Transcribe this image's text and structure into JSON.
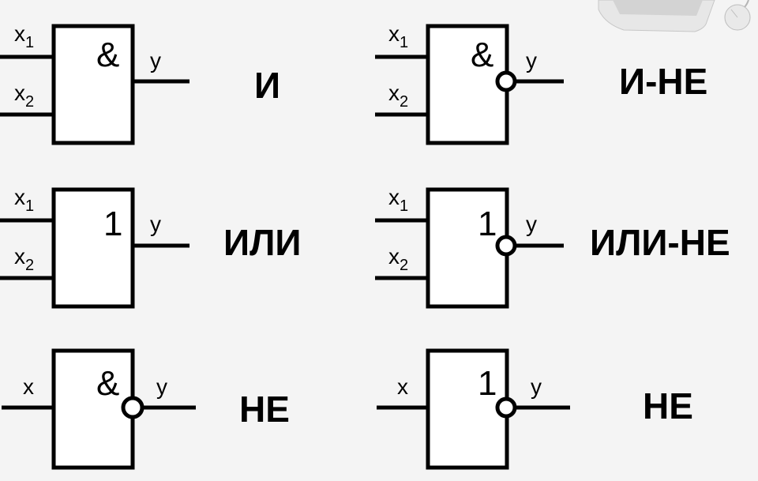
{
  "colors": {
    "background": "#f4f4f4",
    "line": "#000000",
    "fill": "#ffffff"
  },
  "decor": [
    "keyboard-icon",
    "mouse-icon"
  ],
  "gates": [
    {
      "name": "И",
      "symbol": "&",
      "inverted_output": false,
      "inputs": [
        {
          "base": "x",
          "sub": "1"
        },
        {
          "base": "x",
          "sub": "2"
        }
      ],
      "output": "y"
    },
    {
      "name": "И-НЕ",
      "symbol": "&",
      "inverted_output": true,
      "inputs": [
        {
          "base": "x",
          "sub": "1"
        },
        {
          "base": "x",
          "sub": "2"
        }
      ],
      "output": "y"
    },
    {
      "name": "ИЛИ",
      "symbol": "1",
      "inverted_output": false,
      "inputs": [
        {
          "base": "x",
          "sub": "1"
        },
        {
          "base": "x",
          "sub": "2"
        }
      ],
      "output": "y"
    },
    {
      "name": "ИЛИ-НЕ",
      "symbol": "1",
      "inverted_output": true,
      "inputs": [
        {
          "base": "x",
          "sub": "1"
        },
        {
          "base": "x",
          "sub": "2"
        }
      ],
      "output": "y"
    },
    {
      "name": "НЕ",
      "symbol": "&",
      "inverted_output": true,
      "inputs": [
        {
          "base": "x",
          "sub": ""
        }
      ],
      "output": "y"
    },
    {
      "name": "НЕ",
      "symbol": "1",
      "inverted_output": true,
      "inputs": [
        {
          "base": "x",
          "sub": ""
        }
      ],
      "output": "y"
    }
  ]
}
